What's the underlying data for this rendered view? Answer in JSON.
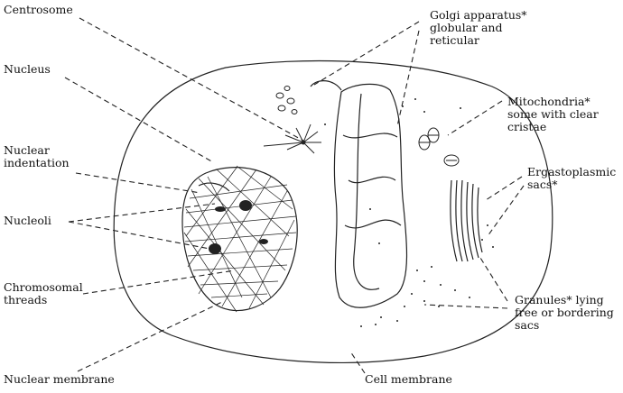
{
  "labels": {
    "centrosome": "Centrosome",
    "nucleus": "Nucleus",
    "nuclear_indentation": "Nuclear\nindentation",
    "nucleoli": "Nucleoli",
    "chromosomal_threads": "Chromosomal\nthreads",
    "nuclear_membrane": "Nuclear membrane",
    "golgi": "Golgi apparatus*\nglobular and\nreticular",
    "mitochondria": "Mitochondria*\nsome with clear\ncristae",
    "ergastoplasmic": "Ergastoplasmic\nsacs*",
    "granules": "Granules* lying\nfree or bordering\nsacs",
    "cell_membrane": "Cell membrane"
  }
}
